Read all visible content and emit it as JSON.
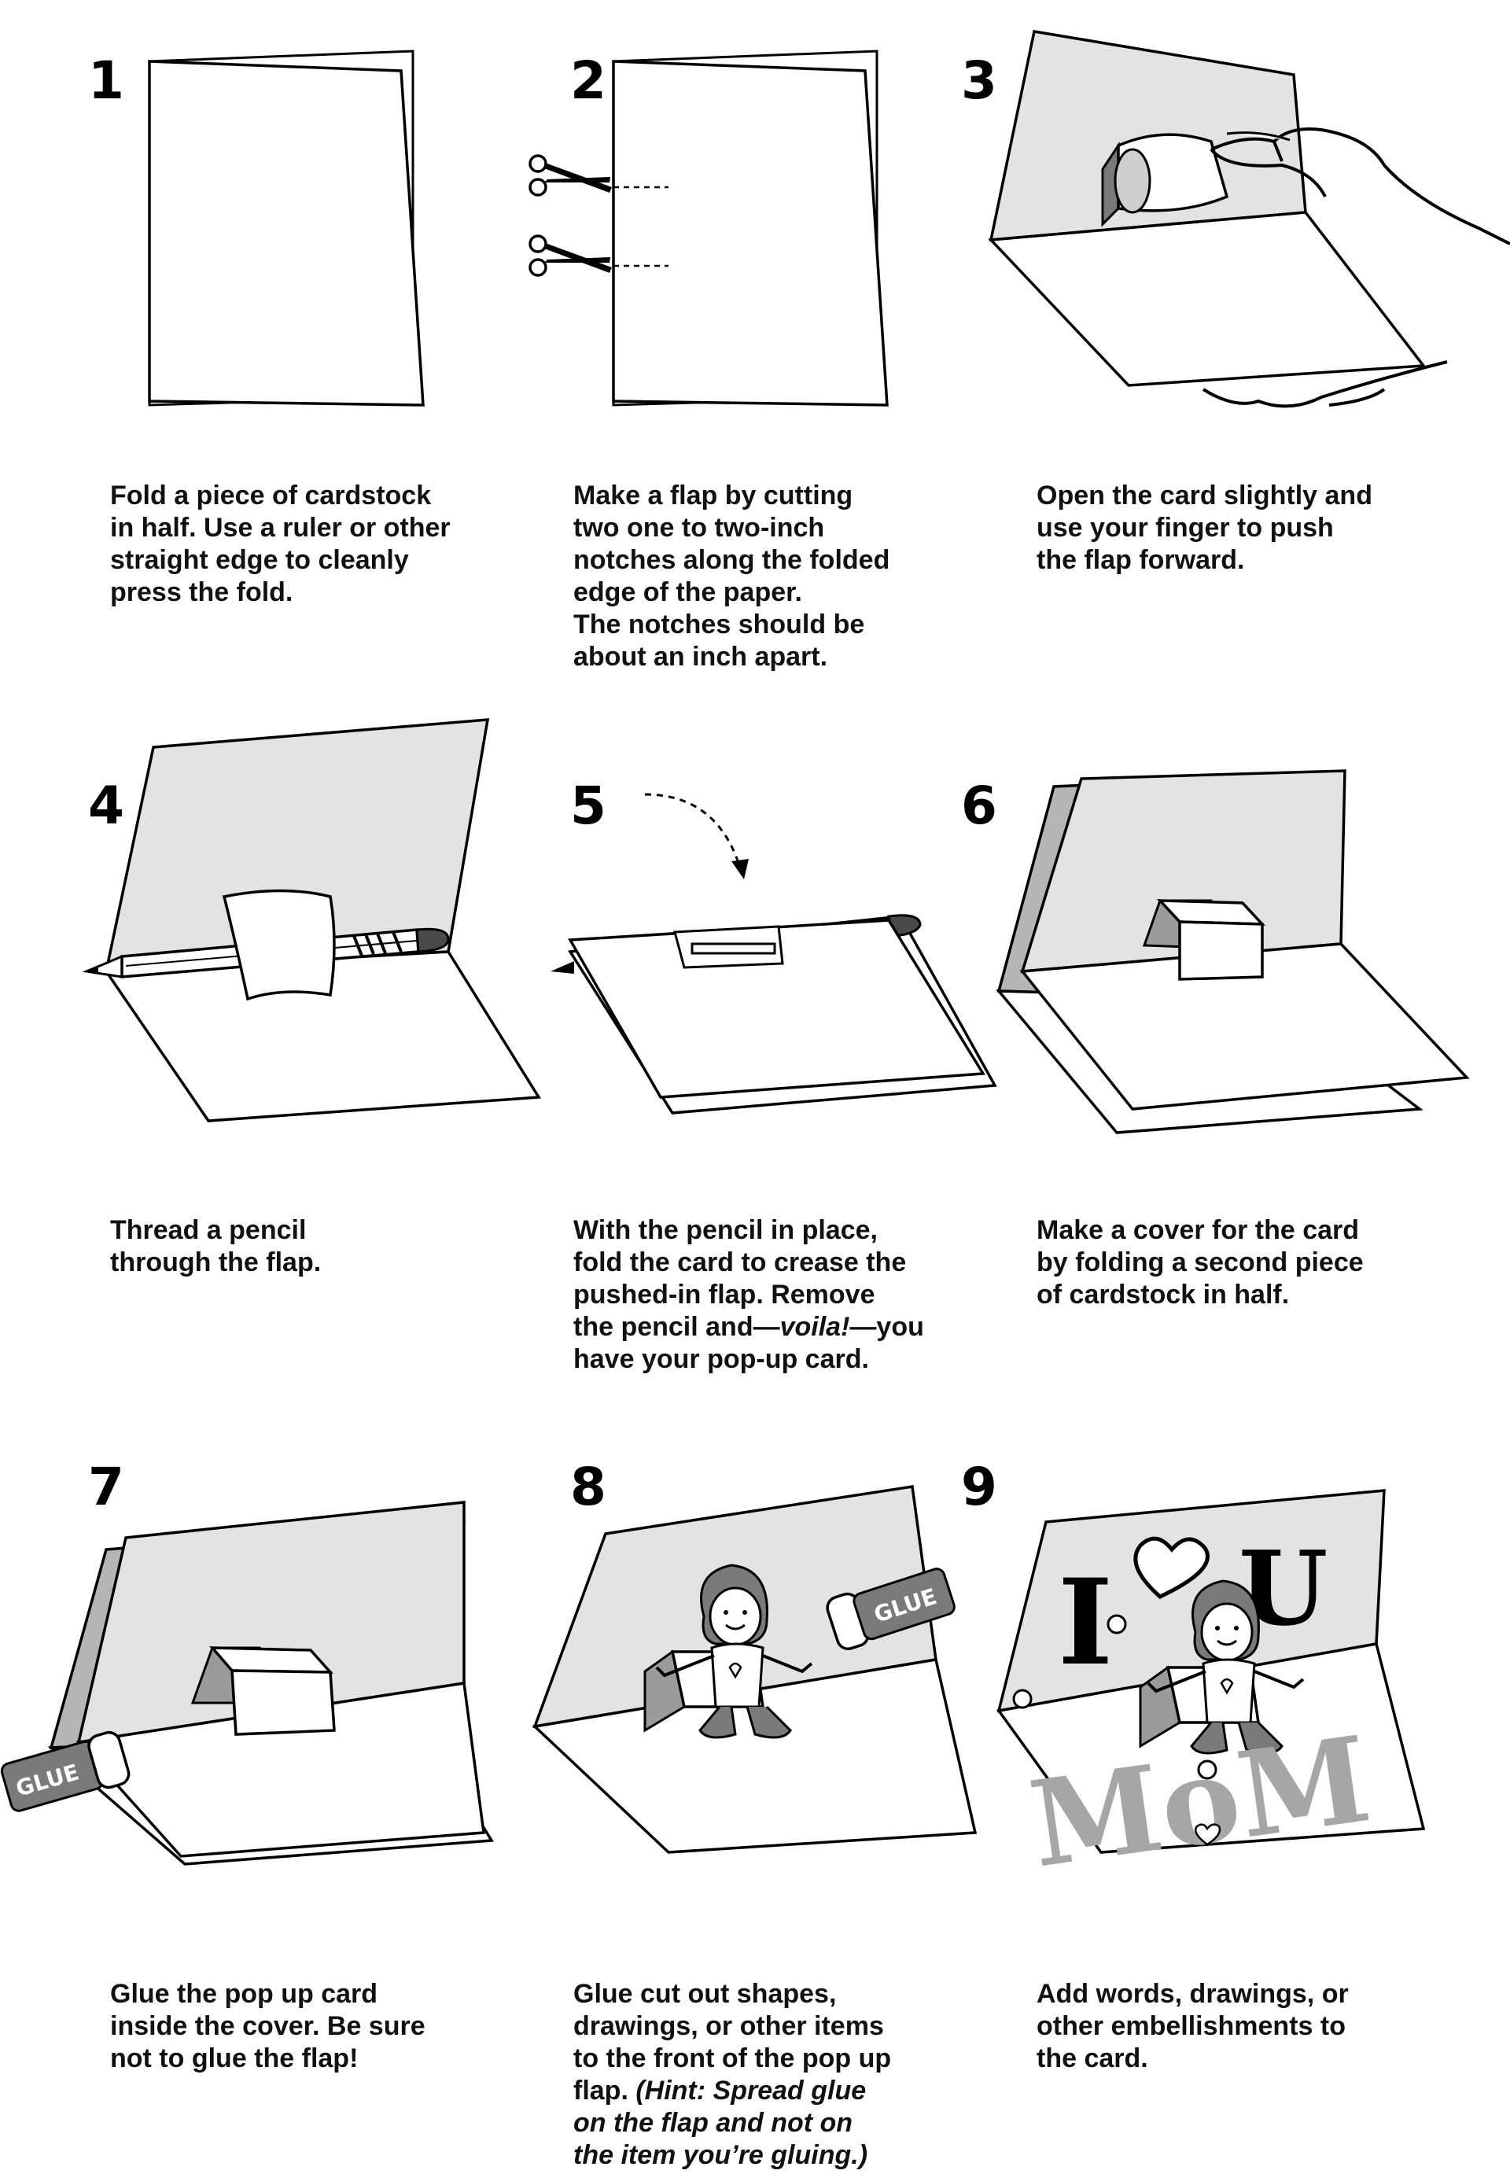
{
  "steps": [
    {
      "number": "1",
      "caption": "Fold a piece of cardstock\nin half. Use a ruler or other\nstraight edge to cleanly\npress the fold."
    },
    {
      "number": "2",
      "caption": "Make a flap by cutting\ntwo one to two-inch\nnotches along the folded\nedge of the paper.\nThe notches should be\nabout an inch apart."
    },
    {
      "number": "3",
      "caption": "Open the card slightly and\nuse your finger to push\nthe flap forward."
    },
    {
      "number": "4",
      "caption": "Thread a pencil\nthrough the flap."
    },
    {
      "number": "5",
      "caption_before": "With the pencil in place,\nfold the card to crease the\npushed-in flap. Remove\nthe pencil and—",
      "caption_em": "voila!",
      "caption_after": "—you\nhave your pop-up card."
    },
    {
      "number": "6",
      "caption": "Make a cover for the card\nby folding a second piece\nof cardstock in half."
    },
    {
      "number": "7",
      "caption": "Glue the pop up card\ninside the cover. Be sure\nnot to glue the flap!"
    },
    {
      "number": "8",
      "caption": "Glue cut out shapes,\ndrawings, or other items\nto the front of the pop up\nflap. ",
      "caption_hint": "(Hint: Spread glue\non the flap and not on\nthe item you’re gluing.)"
    },
    {
      "number": "9",
      "caption": "Add words, drawings, or\nother embellishments to\nthe card."
    }
  ],
  "labels": {
    "glue_label": "GLUE",
    "card_letter_i": "I",
    "card_letter_u": "U",
    "card_word_mom": "MoM"
  },
  "colors": {
    "ink": "#000000",
    "paper": "#ffffff",
    "card_shade": "#e3e3e3",
    "cover_shade": "#b5b5b5",
    "mom_gray": "#a6a6a6"
  }
}
